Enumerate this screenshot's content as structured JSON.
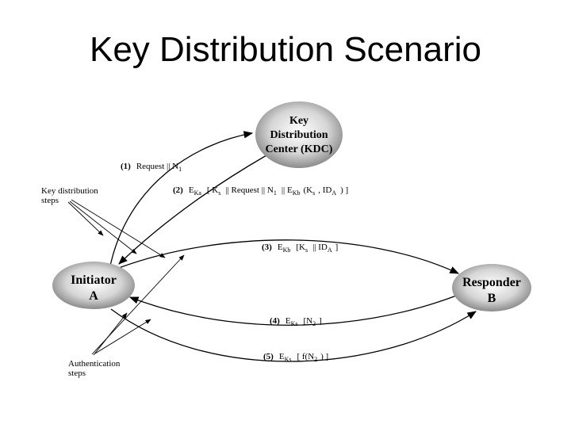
{
  "slide": {
    "title": "Key Distribution Scenario"
  },
  "nodes": {
    "kdc": {
      "line1": "Key",
      "line2": "Distribution",
      "line3": "Center (KDC)"
    },
    "initiator": {
      "line1": "Initiator",
      "line2": "A"
    },
    "responder": {
      "line1": "Responder",
      "line2": "B"
    }
  },
  "messages": {
    "m1": {
      "step": "(1)",
      "t1": "Request || N",
      "s1": "1"
    },
    "m2": {
      "step": "(2)",
      "t1": "E",
      "s1": "Ka",
      "t2": "[ K",
      "s2": "s",
      "t3": "|| Request || N",
      "s3": "1",
      "t4": "|| E",
      "s4": "Kb",
      "t5": "(K",
      "s5": "s",
      "t6": ", ID",
      "s6": "A",
      "t7": ") ]"
    },
    "m3": {
      "step": "(3)",
      "t1": "E",
      "s1": "Kb",
      "t2": "[K",
      "s2": "s",
      "t3": "|| ID",
      "s3": "A",
      "t4": "]"
    },
    "m4": {
      "step": "(4)",
      "t1": "E",
      "s1": "Ks",
      "t2": "[N",
      "s2": "2",
      "t3": "]"
    },
    "m5": {
      "step": "(5)",
      "t1": "E",
      "s1": "Ks",
      "t2": "[ f(N",
      "s2": "2",
      "t3": ") ]"
    }
  },
  "annotations": {
    "key_distribution": {
      "line1": "Key distribution",
      "line2": "steps"
    },
    "authentication": {
      "line1": "Authentication",
      "line2": "steps"
    }
  }
}
